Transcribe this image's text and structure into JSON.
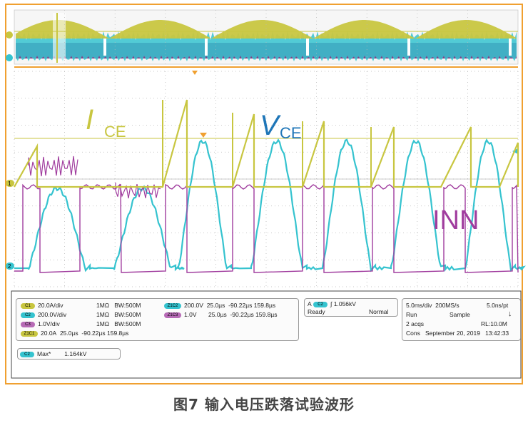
{
  "scope": {
    "colors": {
      "ch1": "#c8c640",
      "ch2": "#35c3cf",
      "ch3": "#a03c9e",
      "grid": "#b8b8b8",
      "frame": "#f0a030"
    },
    "markers": {
      "ch1": "1",
      "ch2": "2"
    },
    "labels": {
      "ice_main": "I",
      "ice_sub": "CE",
      "vce_main": "V",
      "vce_sub": "CE",
      "inn": "INN"
    }
  },
  "channels": {
    "c1": {
      "tag": "C1",
      "scale": "20.0A/div",
      "coupling": "1MΩ",
      "bw": "BW:500M"
    },
    "c2": {
      "tag": "C2",
      "scale": "200.0V/div",
      "coupling": "1MΩ",
      "bw": "BW:500M"
    },
    "c3": {
      "tag": "C3",
      "scale": "1.0V/div",
      "coupling": "1MΩ",
      "bw": "BW:500M"
    },
    "z1": {
      "tag": "Z1C1",
      "scale": "20.0A",
      "time": "25.0µs",
      "range": "-90.22µs 159.8µs"
    },
    "z2": {
      "tag": "Z1C2",
      "scale": "200.0V",
      "time": "25.0µs",
      "range": "-90.22µs 159.8µs"
    },
    "z3": {
      "tag": "Z1C3",
      "scale": "1.0V",
      "time": "25.0µs",
      "range": "-90.22µs 159.8µs"
    }
  },
  "trigger": {
    "tag": "A",
    "source": "C2",
    "value": "1.056kV",
    "state": "Ready",
    "mode": "Normal"
  },
  "timebase": {
    "div": "5.0ms/div",
    "rate": "200MS/s",
    "res": "5.0ns/pt",
    "run_label": "Run",
    "sample_label": "Sample",
    "acqs": "2 acqs",
    "rl": "RL:10.0M",
    "cons": "Cons",
    "date": "September 20, 2019",
    "time": "13:42:33"
  },
  "measure": {
    "tag": "C2",
    "label": "Max*",
    "value": "1.164kV"
  },
  "caption": "图7 输入电压跌落试验波形"
}
